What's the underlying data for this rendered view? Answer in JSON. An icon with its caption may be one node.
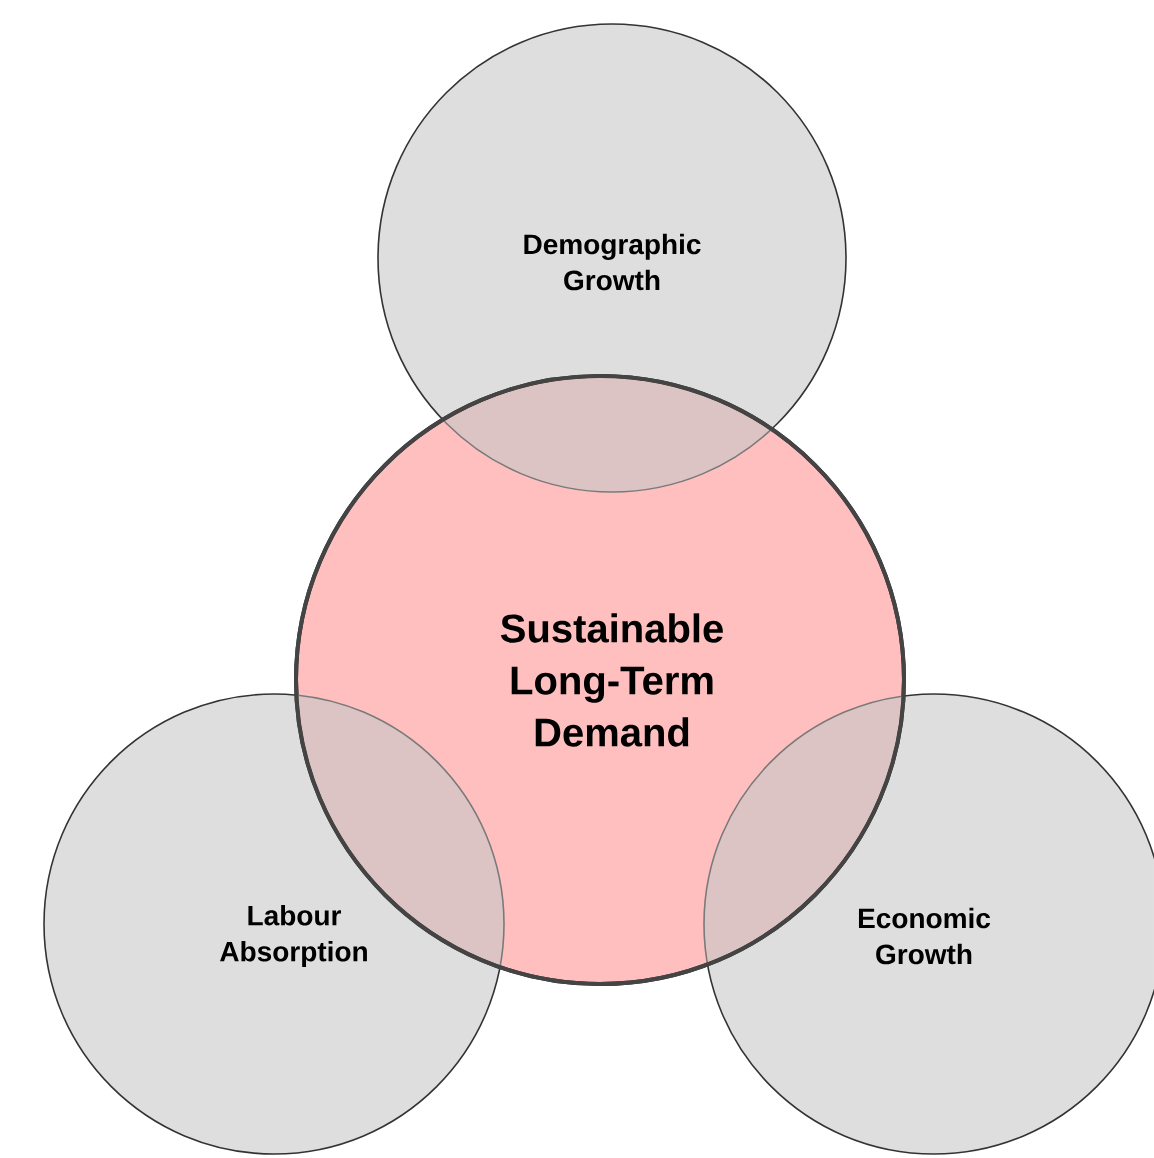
{
  "diagram": {
    "nodes": [
      {
        "text": [
          "Demographic Growth"
        ]
      },
      {
        "text": [
          "Sustainable Long-Term Demand"
        ]
      },
      {
        "text": [
          "Labour Absorption"
        ]
      },
      {
        "text": [
          "Economic Growth"
        ]
      }
    ]
  }
}
